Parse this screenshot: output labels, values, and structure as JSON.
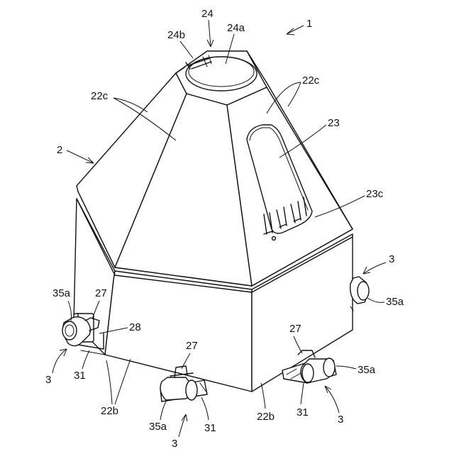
{
  "figure": {
    "reference_numerals": {
      "apparatus": "1",
      "tank": "2",
      "legs": [
        "3",
        "3",
        "3",
        "3"
      ],
      "cylindrical_body_sides": [
        "22b",
        "22b"
      ],
      "cone_faces": [
        "22c",
        "22c"
      ],
      "side_window": "23",
      "window_latches": "23c",
      "top_opening": "24",
      "top_lid": "24a",
      "lid_latch": "24b",
      "brackets": [
        "27",
        "27",
        "27"
      ],
      "bracket_part": "28",
      "leg_frames": [
        "31",
        "31",
        "31"
      ],
      "rollers": [
        "35a",
        "35a",
        "35a",
        "35a"
      ]
    }
  }
}
